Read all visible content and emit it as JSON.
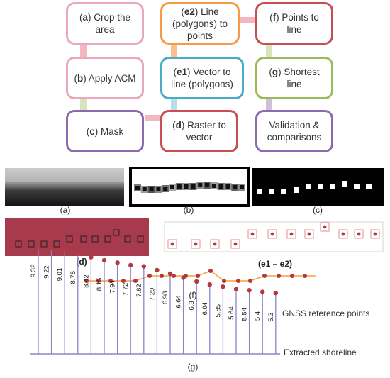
{
  "flow": {
    "a": {
      "letter": "a",
      "text": "Crop the area",
      "color": "#e8a8bf"
    },
    "b": {
      "letter": "b",
      "text": "Apply ACM",
      "color": "#e8a8bf"
    },
    "c": {
      "letter": "c",
      "text": "Mask",
      "color": "#8b6ab0"
    },
    "d": {
      "letter": "d",
      "text": "Raster to vector",
      "color": "#c94d53"
    },
    "e1": {
      "letter": "e1",
      "text": "Vector to line (polygons)",
      "color": "#4bacc6"
    },
    "e2": {
      "letter": "e2",
      "text": "Line (polygons) to points",
      "color": "#f29c4a"
    },
    "f": {
      "letter": "f",
      "text": "Points to line",
      "color": "#c94d53"
    },
    "g": {
      "letter": "g",
      "text": "Shortest line",
      "color": "#9bbb59"
    },
    "h": {
      "text": "Validation & comparisons",
      "color": "#8b6ab0"
    }
  },
  "connector_colors": {
    "pink": "#f4b6c1",
    "green": "#d7e4bd",
    "peach": "#fac090",
    "cyan": "#b7dee8",
    "lavender": "#ccc1da"
  },
  "panels": {
    "a": "(a)",
    "b": "(b)",
    "c": "(c)",
    "d": "(d)",
    "e": "(e1 – e2)",
    "f": "(f)",
    "g": "(g)"
  },
  "shoreline": {
    "distances": [
      "9.32",
      "9.22",
      "9.01",
      "8.75",
      "8.42",
      "8.15",
      "7.94",
      "7.72",
      "7.62",
      "7.29",
      "6.98",
      "6.64",
      "6.3",
      "6.04",
      "5.85",
      "5.64",
      "5.54",
      "5.4",
      "5.3"
    ],
    "gnss_label": "GNSS reference points",
    "extracted_label": "Extracted shoreline"
  },
  "colors": {
    "red_area": "#a73a4d",
    "point": "#b5373f",
    "line_orange": "#f2a23b",
    "stick": "#8a85c8"
  }
}
